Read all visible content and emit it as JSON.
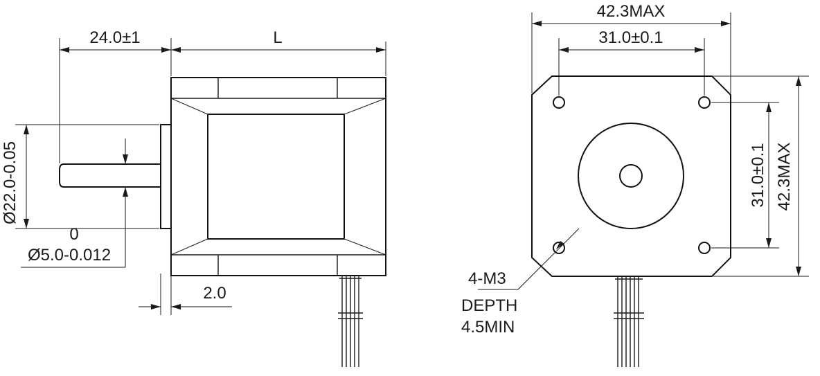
{
  "side_view": {
    "shaft_length": "24.0±1",
    "body_length": "L",
    "boss_diameter": "Ø22.0-0.05",
    "shaft_tol_upper": "0",
    "shaft_diameter": "Ø5.0-0.012",
    "boss_height": "2.0"
  },
  "front_view": {
    "width_max": "42.3MAX",
    "hole_spacing_h": "31.0±0.1",
    "hole_spacing_v": "31.0±0.1",
    "height_max": "42.3MAX",
    "holes_line1": "4-M3",
    "holes_line2": "DEPTH",
    "holes_line3": "4.5MIN"
  },
  "colors": {
    "line": "#1a1a1a",
    "background": "#ffffff"
  }
}
